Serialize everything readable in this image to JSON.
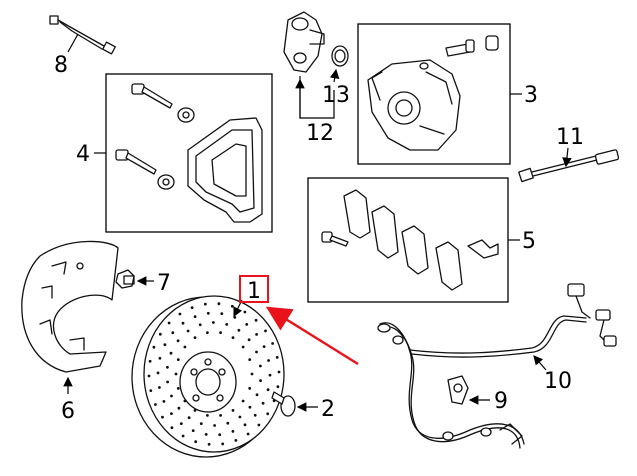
{
  "diagram": {
    "callouts": {
      "c1": "1",
      "c2": "2",
      "c3": "3",
      "c4": "4",
      "c5": "5",
      "c6": "6",
      "c7": "7",
      "c8": "8",
      "c9": "9",
      "c10": "10",
      "c11": "11",
      "c12": "12",
      "c13": "13"
    },
    "highlight_color": "#e8131b"
  }
}
